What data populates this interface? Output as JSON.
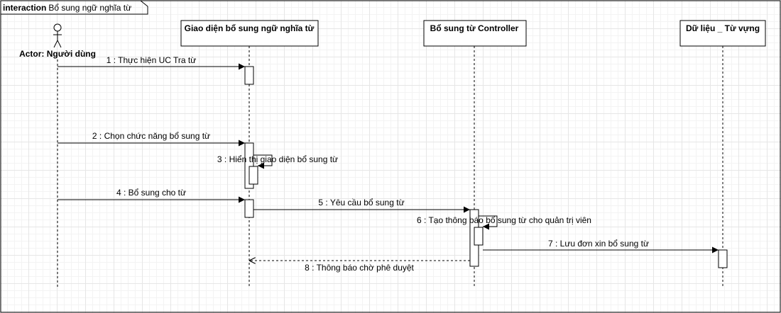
{
  "frame": {
    "keyword": "interaction",
    "title": "Bổ sung ngữ nghĩa từ"
  },
  "actor": {
    "label": "Actor: Người dùng"
  },
  "participants": [
    {
      "id": "ui",
      "label": "Giao diện bổ sung ngữ nghĩa từ"
    },
    {
      "id": "ctrl",
      "label": "Bổ sung từ Controller"
    },
    {
      "id": "data",
      "label": "Dữ liệu _ Từ vựng"
    }
  ],
  "messages": [
    {
      "id": "m1",
      "label": "1 : Thực hiện UC Tra từ",
      "from": "actor",
      "to": "ui",
      "kind": "sync"
    },
    {
      "id": "m2",
      "label": "2 : Chọn chức năng bổ sung từ",
      "from": "actor",
      "to": "ui",
      "kind": "sync"
    },
    {
      "id": "m3",
      "label": "3 : Hiển thị giao diện bổ sung từ",
      "from": "ui",
      "to": "ui",
      "kind": "self"
    },
    {
      "id": "m4",
      "label": "4 : Bổ sung cho từ",
      "from": "actor",
      "to": "ui",
      "kind": "sync"
    },
    {
      "id": "m5",
      "label": "5 : Yêu cầu bổ sung từ",
      "from": "ui",
      "to": "ctrl",
      "kind": "sync"
    },
    {
      "id": "m6",
      "label": "6 : Tạo thông báo bổ sung từ cho quản trị viên",
      "from": "ctrl",
      "to": "ctrl",
      "kind": "self"
    },
    {
      "id": "m7",
      "label": "7 : Lưu đơn xin bổ sung từ",
      "from": "ctrl",
      "to": "data",
      "kind": "sync"
    },
    {
      "id": "m8",
      "label": "8 : Thông báo chờ phê duyệt",
      "from": "ctrl",
      "to": "ui",
      "kind": "return"
    }
  ],
  "icons": {
    "actor": "stick-figure-icon"
  },
  "colors": {
    "line": "#000000",
    "background": "#ffffff",
    "grid": "#e6e6e6"
  }
}
